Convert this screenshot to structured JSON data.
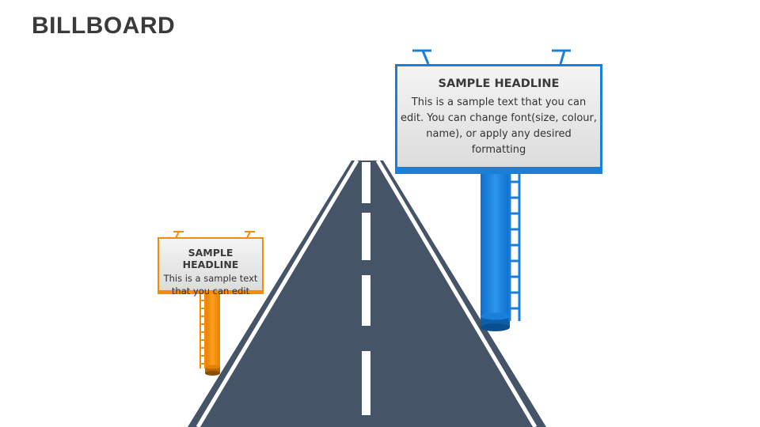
{
  "slide": {
    "title": "BILLBOARD"
  },
  "billboard_large": {
    "headline": "SAMPLE HEADLINE",
    "body": "This is a sample text that you can edit. You can change font(size, colour, name), or apply any desired formatting",
    "accent_color": "#1a7fd8"
  },
  "billboard_small": {
    "headline": "SAMPLE HEADLINE",
    "body": "This is a sample text that you can edit",
    "accent_color": "#f48c06"
  },
  "road": {
    "asphalt_color": "#465468",
    "line_color": "#ffffff"
  }
}
